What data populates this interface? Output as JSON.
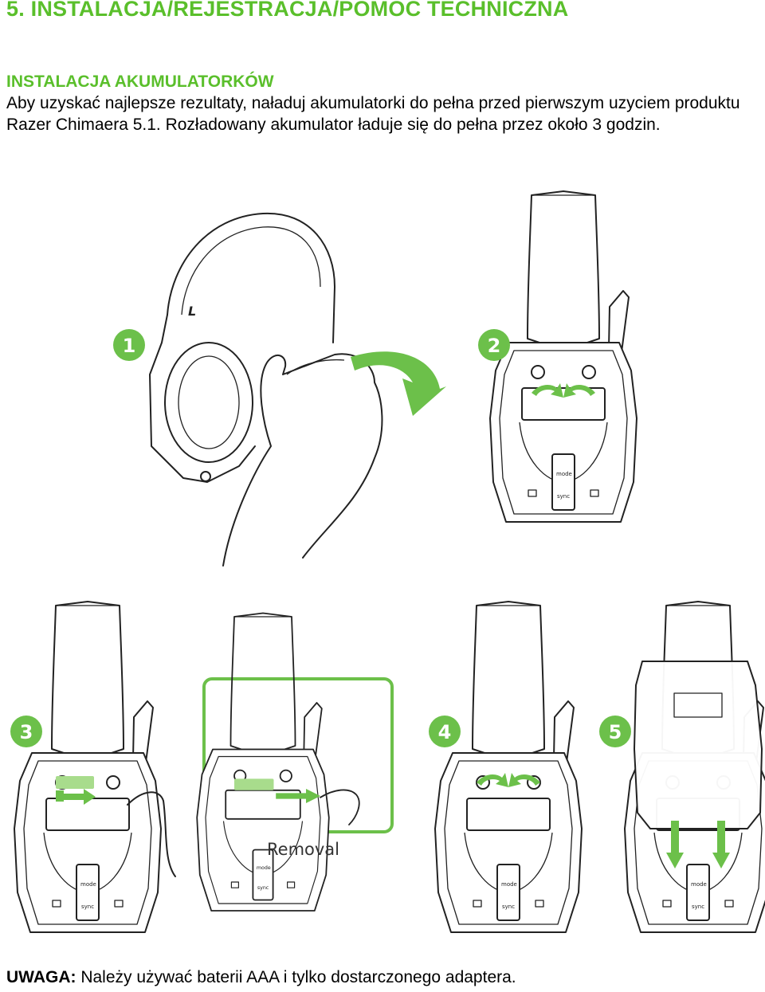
{
  "header": {
    "title": "5. INSTALACJA/REJESTRACJA/POMOC TECHNICZNA"
  },
  "section": {
    "subtitle": "INSTALACJA AKUMULATORKÓW",
    "paragraph": "Aby uzyskać najlepsze rezultaty, naładuj akumulatorki do pełna przed pierwszym uzyciem produktu Razer Chimaera 5.1. Rozładowany akumulator ładuje się do pełna przez około 3 godzin."
  },
  "illustration": {
    "steps": [
      "1",
      "2",
      "3",
      "4",
      "5"
    ],
    "removal_label": "Removal",
    "earcup_letter": "L",
    "button_mode": "mode",
    "button_sync": "sync",
    "accent_color": "#6cc04a"
  },
  "footer": {
    "note_label": "UWAGA:",
    "note_text": " Należy używać baterii AAA i tylko dostarczonego adaptera."
  }
}
